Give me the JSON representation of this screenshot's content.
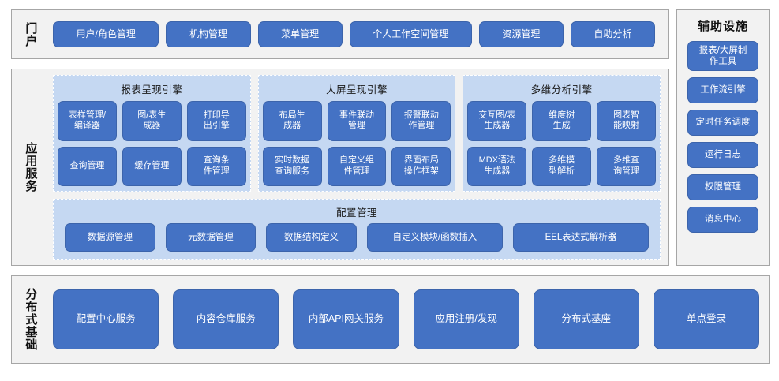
{
  "colors": {
    "node_fill": "#4472c4",
    "node_border": "#3c64ab",
    "panel_fill": "#f2f2f2",
    "panel_border": "#a6a6a6",
    "group_fill": "#c5d8f2",
    "text_on_node": "#ffffff"
  },
  "portal": {
    "label": "门户",
    "items": [
      {
        "label": "用户/角色管理"
      },
      {
        "label": "机构管理"
      },
      {
        "label": "菜单管理"
      },
      {
        "label": "个人工作空间管理"
      },
      {
        "label": "资源管理"
      },
      {
        "label": "自助分析"
      }
    ]
  },
  "aux": {
    "label": "辅助设施",
    "items": [
      {
        "label": "报表/大屏制\n作工具"
      },
      {
        "label": "工作流引擎"
      },
      {
        "label": "定时任务调度"
      },
      {
        "label": "运行日志"
      },
      {
        "label": "权限管理"
      },
      {
        "label": "消息中心"
      }
    ]
  },
  "app_services": {
    "label": "应用服务",
    "engines": [
      {
        "title": "报表呈现引擎",
        "items": [
          {
            "label": "表样管理/\n编译器"
          },
          {
            "label": "图/表生\n成器"
          },
          {
            "label": "打印导\n出引擎"
          },
          {
            "label": "查询管理"
          },
          {
            "label": "缓存管理"
          },
          {
            "label": "查询条\n件管理"
          }
        ]
      },
      {
        "title": "大屏呈现引擎",
        "items": [
          {
            "label": "布局生\n成器"
          },
          {
            "label": "事件联动\n管理"
          },
          {
            "label": "报警联动\n作管理"
          },
          {
            "label": "实时数据\n查询服务"
          },
          {
            "label": "自定义组\n件管理"
          },
          {
            "label": "界面布局\n操作框架"
          }
        ]
      },
      {
        "title": "多维分析引擎",
        "items": [
          {
            "label": "交互图/表\n生成器"
          },
          {
            "label": "维度树\n生成"
          },
          {
            "label": "图表智\n能映射"
          },
          {
            "label": "MDX语法\n生成器"
          },
          {
            "label": "多维模\n型解析"
          },
          {
            "label": "多维查\n询管理"
          }
        ]
      }
    ],
    "config": {
      "title": "配置管理",
      "items": [
        {
          "label": "数据源管理",
          "size": "w1"
        },
        {
          "label": "元数据管理",
          "size": "w1"
        },
        {
          "label": "数据结构定义",
          "size": "w1"
        },
        {
          "label": "自定义模块/函数插入",
          "size": "w2"
        },
        {
          "label": "EEL表达式解析器",
          "size": "w2"
        }
      ]
    }
  },
  "distributed": {
    "label": "分布式基础",
    "items": [
      {
        "label": "配置中心服务"
      },
      {
        "label": "内容仓库服务"
      },
      {
        "label": "内部API网关服务"
      },
      {
        "label": "应用注册/发现"
      },
      {
        "label": "分布式基座"
      },
      {
        "label": "单点登录"
      }
    ]
  }
}
